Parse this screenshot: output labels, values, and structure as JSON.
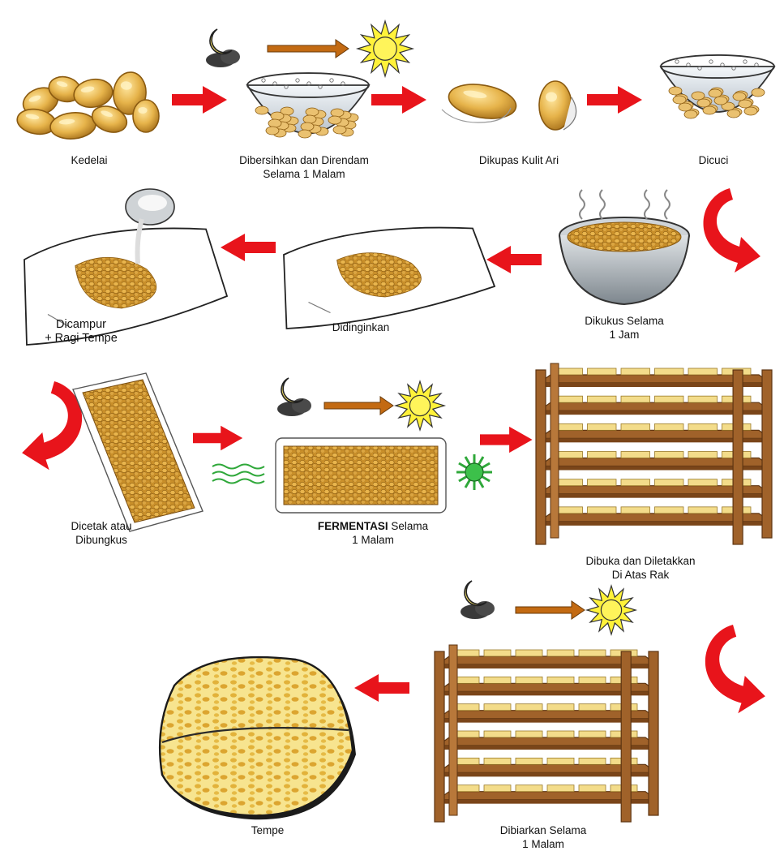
{
  "steps": {
    "kedelai": {
      "line1": "Kedelai"
    },
    "rendam": {
      "line1": "Dibersihkan dan Direndam",
      "line2": "Selama 1 Malam"
    },
    "kupas": {
      "line1": "Dikupas Kulit Ari"
    },
    "cuci": {
      "line1": "Dicuci"
    },
    "kukus": {
      "line1": "Dikukus Selama",
      "line2": "1 Jam"
    },
    "dingin": {
      "line1": "Didinginkan"
    },
    "campur": {
      "line1": "Dicampur",
      "line2": "+ Ragi Tempe"
    },
    "cetak": {
      "line1": "Dicetak atau",
      "line2": "Dibungkus"
    },
    "fermentasi": {
      "bold": "FERMENTASI",
      "rest": " Selama",
      "line2": "1 Malam"
    },
    "rak": {
      "line1": "Dibuka dan Diletakkan",
      "line2": "Di Atas Rak"
    },
    "biarkan": {
      "line1": "Dibiarkan Selama",
      "line2": "1 Malam"
    },
    "tempe": {
      "line1": "Tempe"
    }
  },
  "colors": {
    "arrow_red": "#e8141b",
    "soy": "#d9a43a",
    "soy_dark": "#8a5a10",
    "wood": "#a0622a",
    "wood_dark": "#5e3512",
    "sun": "#fff23a",
    "moon": "#ffe96a",
    "time_arrow": "#c36a12",
    "germ": "#2fa83a"
  },
  "icons": [
    "moon-icon",
    "sun-icon",
    "time-arrow-icon",
    "steam-icon",
    "bacteria-icon",
    "red-arrow-icon"
  ]
}
